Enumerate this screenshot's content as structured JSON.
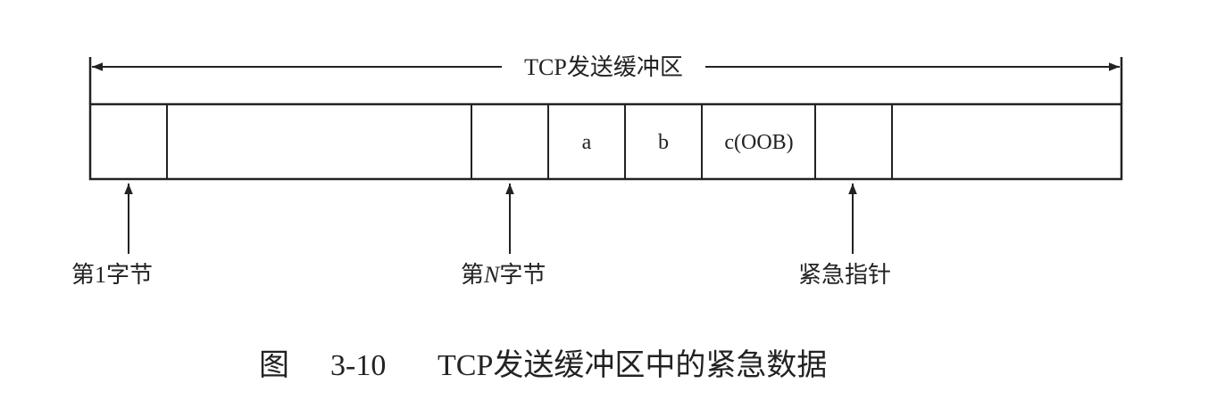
{
  "diagram": {
    "buffer_label": "TCP发送缓冲区",
    "cells": [
      "",
      "",
      "",
      "a",
      "b",
      "c(OOB)",
      "",
      ""
    ],
    "pointers": {
      "first_byte": "第1字节",
      "nth_byte_prefix": "第",
      "nth_byte_var": "N",
      "nth_byte_suffix": "字节",
      "urgent_pointer": "紧急指针"
    }
  },
  "caption": {
    "figure_label": "图",
    "figure_number": "3-10",
    "title": "TCP发送缓冲区中的紧急数据"
  },
  "colors": {
    "ink": "#222222",
    "background": "#ffffff"
  }
}
